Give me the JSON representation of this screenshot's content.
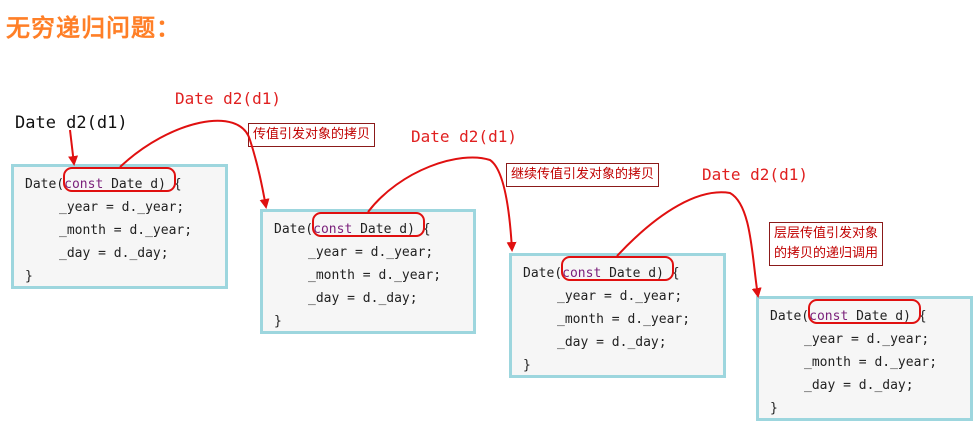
{
  "title": "无穷递归问题：",
  "top_call": "Date d2(d1)",
  "call_labels": [
    "Date d2(d1)",
    "Date d2(d1)",
    "Date d2(d1)"
  ],
  "notes": [
    {
      "lines": [
        "传值引发对象的拷贝"
      ]
    },
    {
      "lines": [
        "继续传值引发对象的拷贝"
      ]
    },
    {
      "lines": [
        "层层传值引发对象",
        "的拷贝的递归调用"
      ]
    }
  ],
  "code": {
    "line1_prefix": "Date(",
    "keyword": "const",
    "param_rest": " Date d",
    "line1_suffix": ") {",
    "line2": "_year = d._year;",
    "line3": "_month = d._year;",
    "line4": "_day = d._day;",
    "line5": "}"
  },
  "colors": {
    "title": "#ff7f27",
    "arrow": "#e01010",
    "box_border": "#9dd6de",
    "keyword": "#7a1f7a"
  }
}
